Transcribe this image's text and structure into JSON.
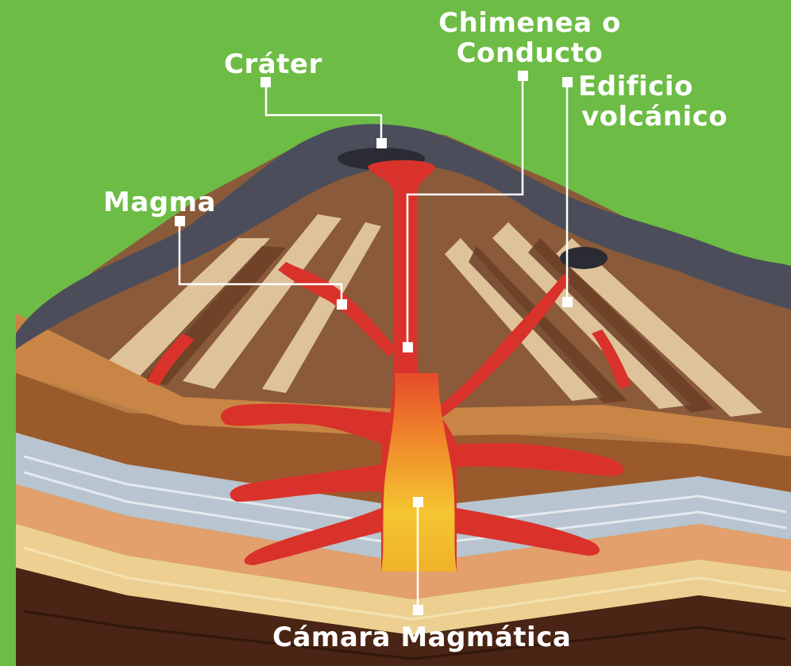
{
  "labels": {
    "crater": "Cráter",
    "chimney_line1": "Chimenea o",
    "chimney_line2": "Conducto",
    "edifice_line1": "Edificio",
    "edifice_line2": "volcánico",
    "magma": "Magma",
    "chamber": "Cámara Magmática"
  },
  "colors": {
    "background": "#6dbc45",
    "magma": "#d9322a",
    "chamber_core": "#f2c12e",
    "ash": "#4b4e5a",
    "leader": "#ffffff"
  }
}
